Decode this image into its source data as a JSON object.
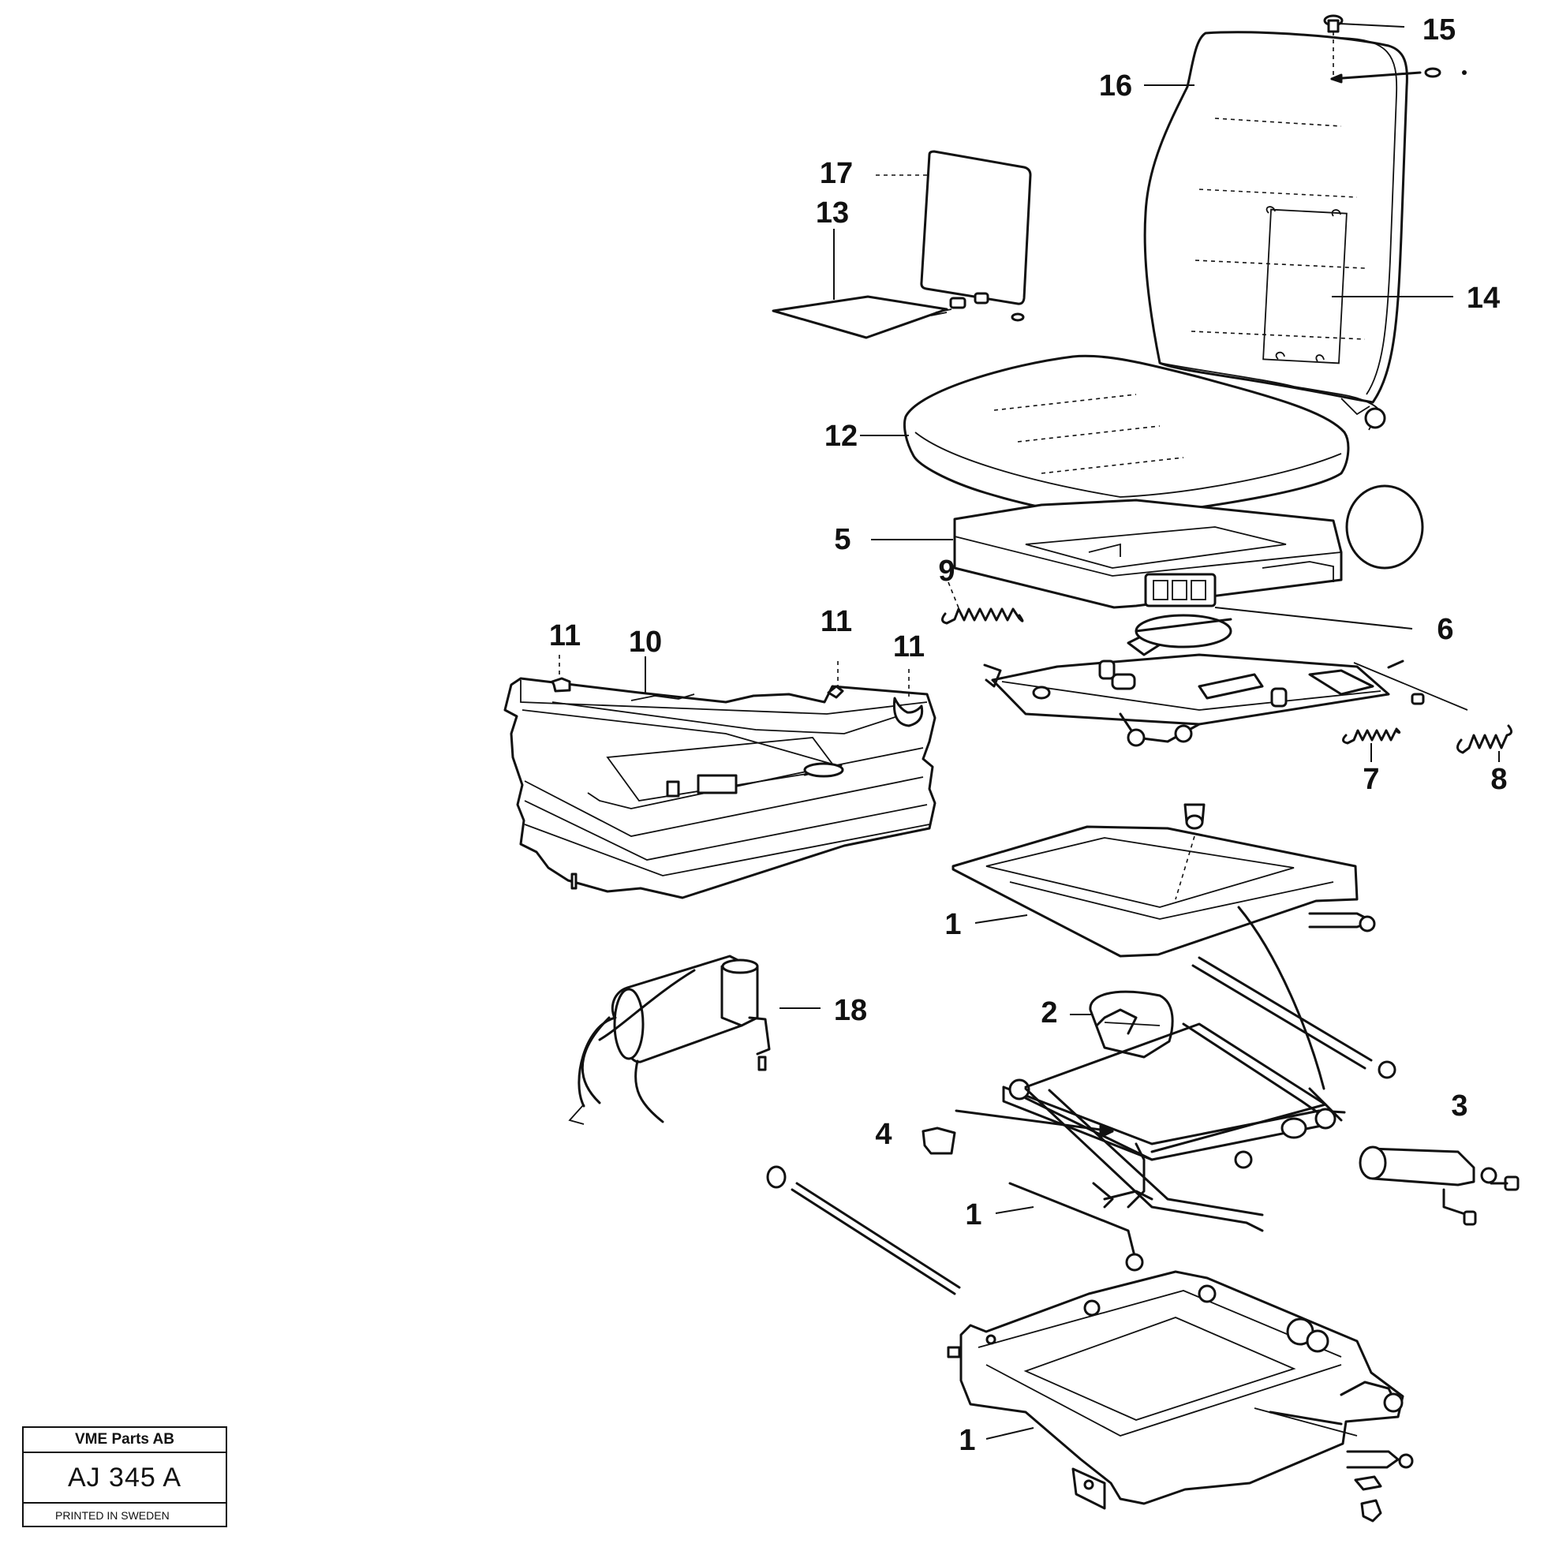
{
  "diagram": {
    "callouts": [
      "1",
      "1",
      "1",
      "2",
      "3",
      "4",
      "5",
      "6",
      "7",
      "8",
      "9",
      "10",
      "11",
      "11",
      "11",
      "12",
      "13",
      "14",
      "15",
      "16",
      "17",
      "18"
    ]
  },
  "title_block": {
    "company": "VME Parts AB",
    "drawing_number": "AJ 345 A",
    "printed": "PRINTED IN SWEDEN"
  }
}
